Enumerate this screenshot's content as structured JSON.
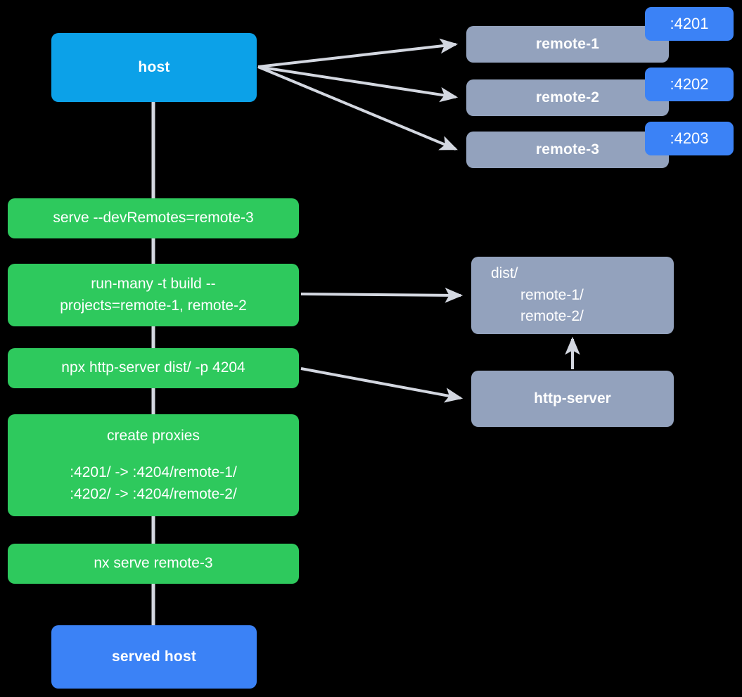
{
  "diagram": {
    "title": "nx module federation dev serving flow",
    "background": "#000000",
    "colors": {
      "host": "#0ca1e8",
      "served_host": "#3b82f6",
      "remote": "#93a2bd",
      "command": "#2ec95d",
      "artifact": "#93a2bd",
      "service": "#93a2bd",
      "port_badge": "#3b82f6",
      "edge": "#d3d7e0",
      "text": "#ffffff"
    }
  },
  "nodes": {
    "host": {
      "label": "host"
    },
    "served_host": {
      "label": "served host"
    },
    "remotes": [
      {
        "label": "remote-1",
        "port": ":4201"
      },
      {
        "label": "remote-2",
        "port": ":4202"
      },
      {
        "label": "remote-3",
        "port": ":4203"
      }
    ],
    "commands": [
      {
        "id": "serve",
        "line1": "serve --devRemotes=remote-3"
      },
      {
        "id": "run-many",
        "line1": "run-many -t build --",
        "line2": "projects=remote-1, remote-2"
      },
      {
        "id": "http-server-cmd",
        "line1": "npx http-server dist/ -p 4204"
      },
      {
        "id": "create-proxies",
        "title": "create proxies",
        "line1": ":4201/ -> :4204/remote-1/",
        "line2": ":4202/ -> :4204/remote-2/"
      },
      {
        "id": "nx-serve",
        "line1": "nx serve remote-3"
      }
    ],
    "dist": {
      "root": "dist/",
      "children": [
        "remote-1/",
        "remote-2/"
      ]
    },
    "http_server": {
      "label": "http-server"
    }
  },
  "edges": [
    {
      "from": "host",
      "to": "remote-1",
      "style": "arrow"
    },
    {
      "from": "host",
      "to": "remote-2",
      "style": "arrow"
    },
    {
      "from": "host",
      "to": "remote-3",
      "style": "arrow"
    },
    {
      "from": "host",
      "to": "serve",
      "style": "line"
    },
    {
      "from": "serve",
      "to": "run-many",
      "style": "line"
    },
    {
      "from": "run-many",
      "to": "http-server-cmd",
      "style": "line"
    },
    {
      "from": "http-server-cmd",
      "to": "create-proxies",
      "style": "line"
    },
    {
      "from": "create-proxies",
      "to": "nx-serve",
      "style": "line"
    },
    {
      "from": "nx-serve",
      "to": "served-host",
      "style": "line"
    },
    {
      "from": "run-many",
      "to": "dist",
      "style": "arrow"
    },
    {
      "from": "http-server-cmd",
      "to": "http-server",
      "style": "arrow"
    },
    {
      "from": "http-server",
      "to": "dist",
      "style": "arrow"
    }
  ]
}
